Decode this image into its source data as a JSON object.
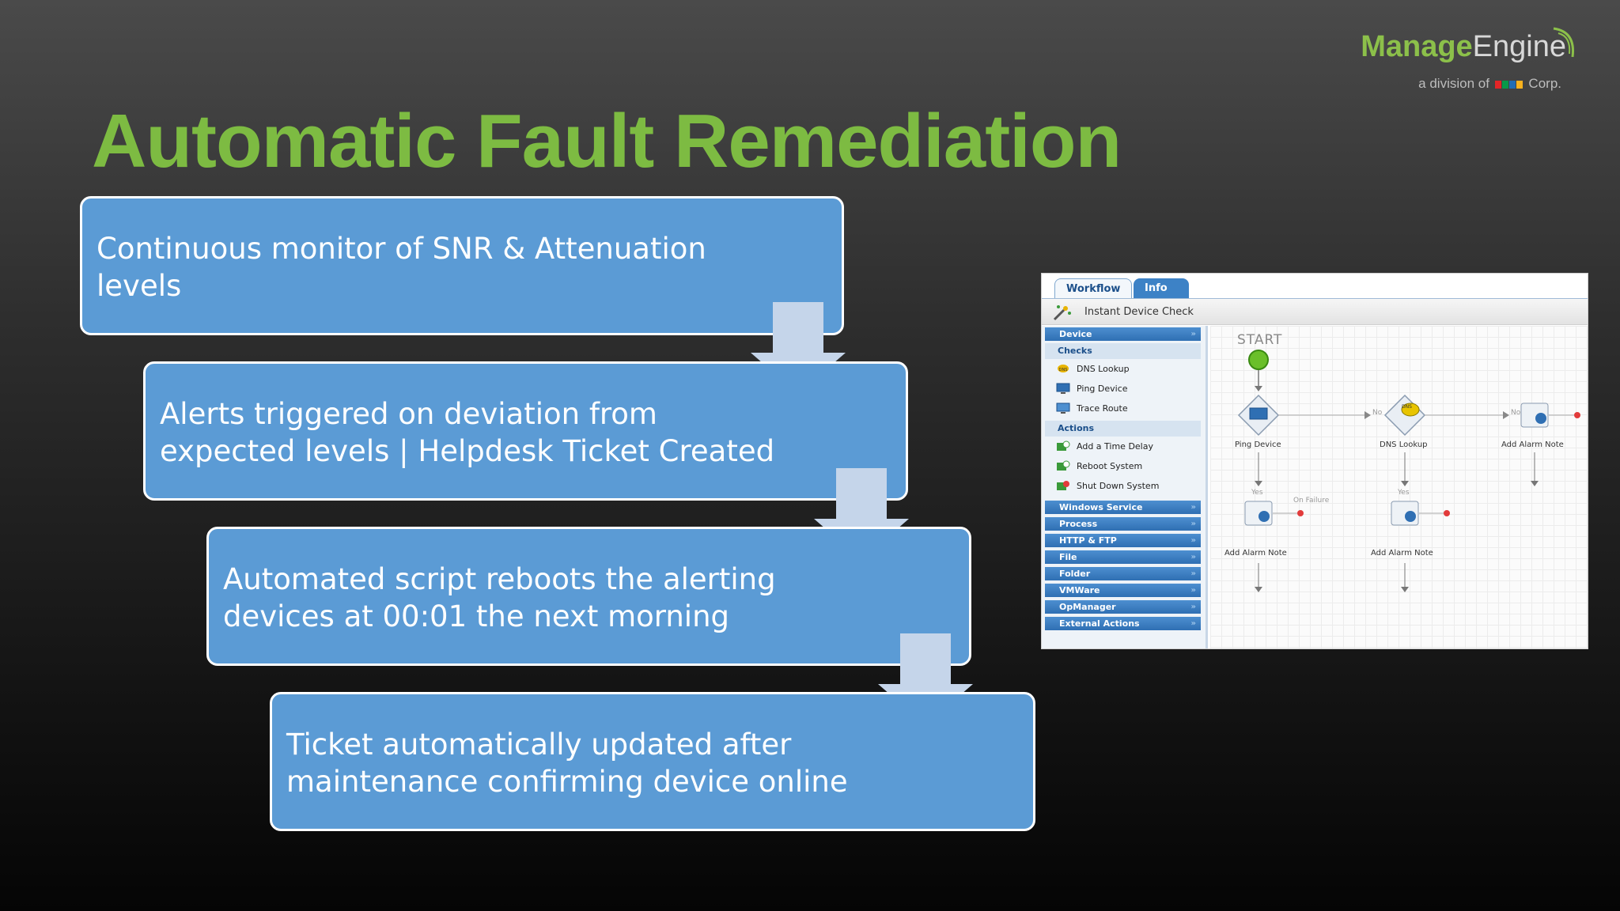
{
  "slide": {
    "title": "Automatic Fault Remediation",
    "steps": [
      {
        "line1": "Continuous monitor of SNR & Attenuation",
        "line2": "levels"
      },
      {
        "line1": "Alerts triggered on deviation from",
        "line2": "expected levels | Helpdesk Ticket Created"
      },
      {
        "line1": "Automated script reboots the alerting",
        "line2": "devices at 00:01 the next morning"
      },
      {
        "line1": "Ticket automatically updated after",
        "line2": "maintenance confirming device online"
      }
    ]
  },
  "logo": {
    "brand_a": "Manage",
    "brand_b": "Engine",
    "sub_prefix": "a division of",
    "sub_suffix": "Corp."
  },
  "workflow_ui": {
    "tabs": [
      "Workflow",
      "Info"
    ],
    "toolbar_label": "Instant Device Check",
    "sidebar": {
      "device": "Device",
      "checks": "Checks",
      "check_items": [
        "DNS Lookup",
        "Ping Device",
        "Trace Route"
      ],
      "actions": "Actions",
      "action_items": [
        "Add a Time Delay",
        "Reboot System",
        "Shut Down System"
      ],
      "groups": [
        "Windows Service",
        "Process",
        "HTTP & FTP",
        "File",
        "Folder",
        "VMWare",
        "OpManager",
        "External Actions"
      ]
    },
    "canvas": {
      "start": "START",
      "nodes": [
        "Ping Device",
        "DNS Lookup",
        "Add Alarm Note"
      ],
      "lower_nodes": [
        "Add Alarm Note",
        "Add Alarm Note"
      ],
      "branch_no": "No",
      "branch_yes": "Yes",
      "on_failure": "On Failure",
      "dns_badge": "DNS"
    }
  },
  "colors": {
    "title_green": "#7dbb42",
    "box_blue": "#5b9bd5",
    "arrow_fill": "#c5d5ea"
  }
}
